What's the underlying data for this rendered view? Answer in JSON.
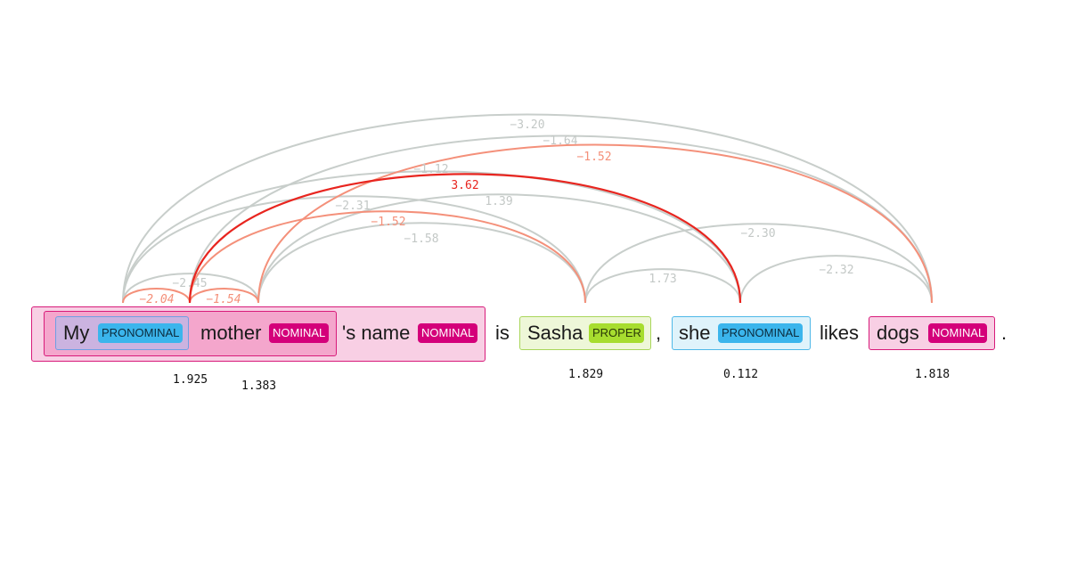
{
  "colors": {
    "arc_gray": "#c8cecb",
    "arc_salmon": "#f4907a",
    "arc_red": "#e8251f",
    "nominal": "#d4007a",
    "pronominal": "#3bb5ec",
    "proper": "#a7dd2f"
  },
  "tokens": {
    "my": "My",
    "mother": "mother",
    "s_name": "'s name",
    "is": "is",
    "sasha": "Sasha",
    "comma": ",",
    "she": "she",
    "likes": "likes",
    "dogs": "dogs",
    "period": "."
  },
  "tags": {
    "my": "PRONOMINAL",
    "mother": "NOMINAL",
    "s_name": "NOMINAL",
    "sasha": "PROPER",
    "she": "PRONOMINAL",
    "dogs": "NOMINAL"
  },
  "scores": {
    "my": "1.925",
    "mother": "1.383",
    "sasha": "1.829",
    "she": "0.112",
    "dogs": "1.818"
  },
  "arcs": [
    {
      "from": "my",
      "to": "dogs",
      "label": "−3.20",
      "style": "gray"
    },
    {
      "from": "mother",
      "to": "dogs",
      "label": "−1.64",
      "style": "gray"
    },
    {
      "from": "name",
      "to": "dogs",
      "label": "−1.52",
      "style": "salmon"
    },
    {
      "from": "my",
      "to": "she",
      "label": "−1.12",
      "style": "gray"
    },
    {
      "from": "mother",
      "to": "she",
      "label": "3.62",
      "style": "red"
    },
    {
      "from": "name",
      "to": "she",
      "label": "1.39",
      "style": "gray"
    },
    {
      "from": "my",
      "to": "sasha",
      "label": "−2.31",
      "style": "gray"
    },
    {
      "from": "mother",
      "to": "sasha",
      "label": "−1.52",
      "style": "salmon"
    },
    {
      "from": "name",
      "to": "sasha",
      "label": "−1.58",
      "style": "gray"
    },
    {
      "from": "sasha",
      "to": "dogs",
      "label": "−2.30",
      "style": "gray"
    },
    {
      "from": "sasha",
      "to": "she",
      "label": "1.73",
      "style": "gray"
    },
    {
      "from": "she",
      "to": "dogs",
      "label": "−2.32",
      "style": "gray"
    },
    {
      "from": "my",
      "to": "name",
      "label": "−2.45",
      "style": "gray"
    },
    {
      "from": "my",
      "to": "mother",
      "label": "−2.04",
      "style": "salmon"
    },
    {
      "from": "mother",
      "to": "name",
      "label": "−1.54",
      "style": "salmon"
    }
  ]
}
